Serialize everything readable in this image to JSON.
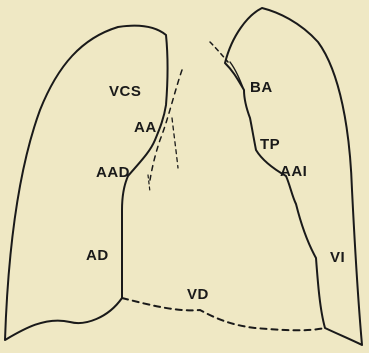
{
  "figure": {
    "background": "#efe8c4",
    "ink": "#1a1a1a"
  },
  "labels": {
    "vcs": "VCS",
    "aa": "AA",
    "aad": "AAD",
    "ad": "AD",
    "vd": "VD",
    "ba": "BA",
    "tp": "TP",
    "aai": "AAI",
    "vi": "VI"
  }
}
